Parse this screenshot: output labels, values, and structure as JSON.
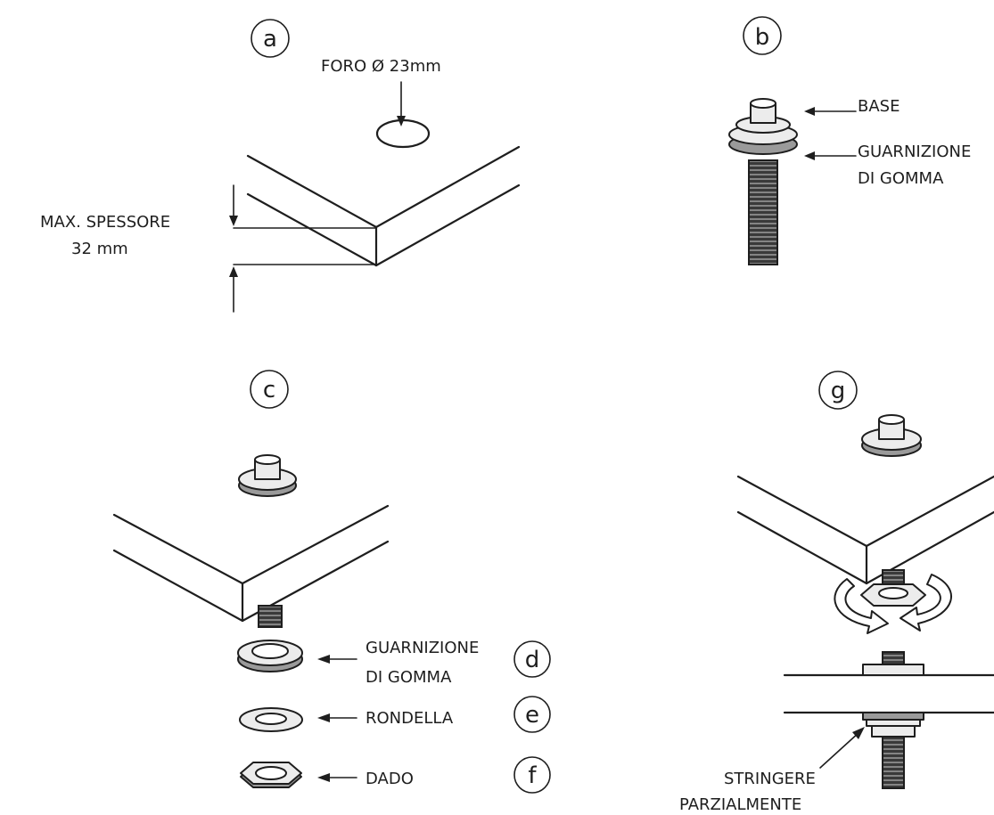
{
  "steps": {
    "a": "a",
    "b": "b",
    "c": "c",
    "d": "d",
    "e": "e",
    "f": "f",
    "g": "g"
  },
  "labels": {
    "hole": "FORO Ø 23mm",
    "max_thickness_line1": "MAX. SPESSORE",
    "max_thickness_line2": "32 mm",
    "base": "BASE",
    "gasket_b_line1": "GUARNIZIONE",
    "gasket_b_line2": "DI GOMMA",
    "gasket_d_line1": "GUARNIZIONE",
    "gasket_d_line2": "DI GOMMA",
    "washer": "RONDELLA",
    "nut": "DADO",
    "tighten_line1": "STRINGERE",
    "tighten_line2": "PARZIALMENTE"
  }
}
